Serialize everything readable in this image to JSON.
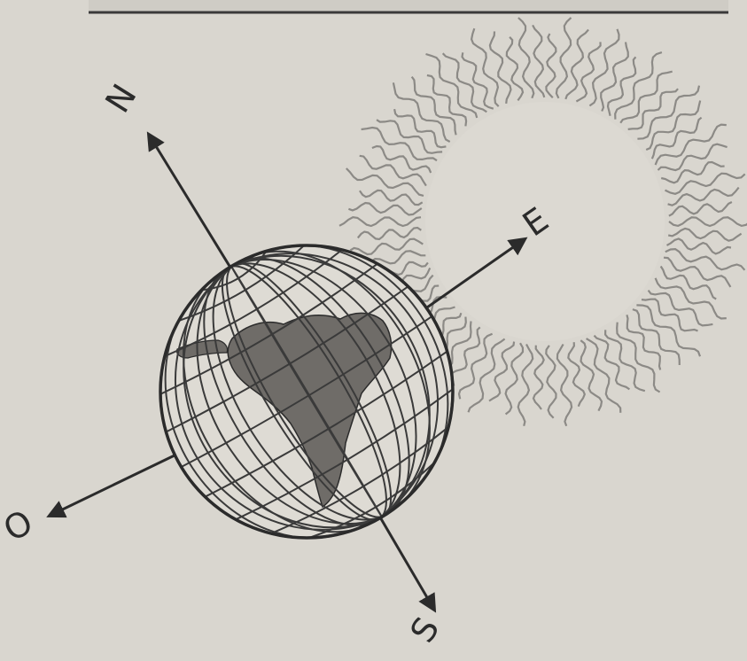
{
  "diagram": {
    "compass": {
      "north": "N",
      "east": "E",
      "south": "S",
      "west": "O"
    },
    "colors": {
      "paper": "#d9d6cf",
      "ink": "#2b2b2b",
      "continent": "#6f6c68",
      "sun_rays": "#8c8a86"
    },
    "icons": [
      "globe-icon",
      "sun-icon",
      "south-america-continent",
      "north-arrow",
      "east-arrow",
      "south-arrow",
      "west-arrow"
    ]
  }
}
